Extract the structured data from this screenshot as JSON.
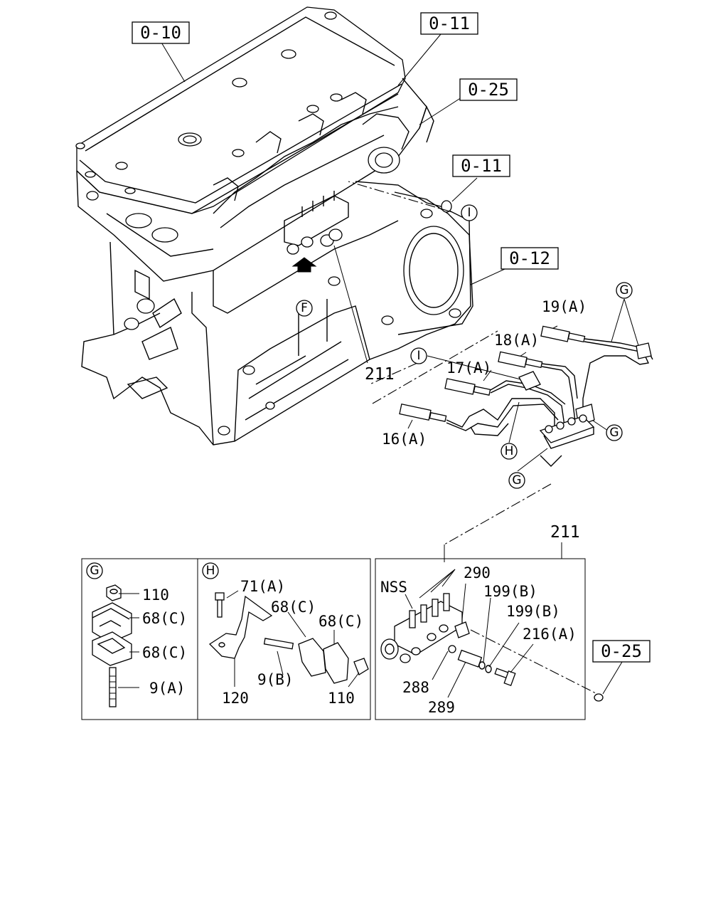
{
  "refs": {
    "r010": "0-10",
    "r011a": "0-11",
    "r025a": "0-25",
    "r011b": "0-11",
    "r012": "0-12",
    "r025b": "0-25"
  },
  "markers": {
    "I1": "I",
    "F": "F",
    "G1": "G",
    "I2": "I",
    "G2": "G",
    "H1": "H",
    "G3": "G",
    "Gdet": "G",
    "Hdet": "H"
  },
  "parts": {
    "p211a": "211",
    "p19": "19(A)",
    "p18": "18(A)",
    "p17": "17(A)",
    "p16": "16(A)",
    "p211b": "211"
  },
  "detail_g": {
    "p110": "110",
    "p68a": "68(C)",
    "p68b": "68(C)",
    "p9a": "9(A)"
  },
  "detail_h": {
    "p71": "71(A)",
    "p68a": "68(C)",
    "p68b": "68(C)",
    "p9b": "9(B)",
    "p120": "120",
    "p110": "110"
  },
  "detail_211": {
    "nss": "NSS",
    "p290": "290",
    "p199a": "199(B)",
    "p199b": "199(B)",
    "p216": "216(A)",
    "p288": "288",
    "p289": "289"
  }
}
